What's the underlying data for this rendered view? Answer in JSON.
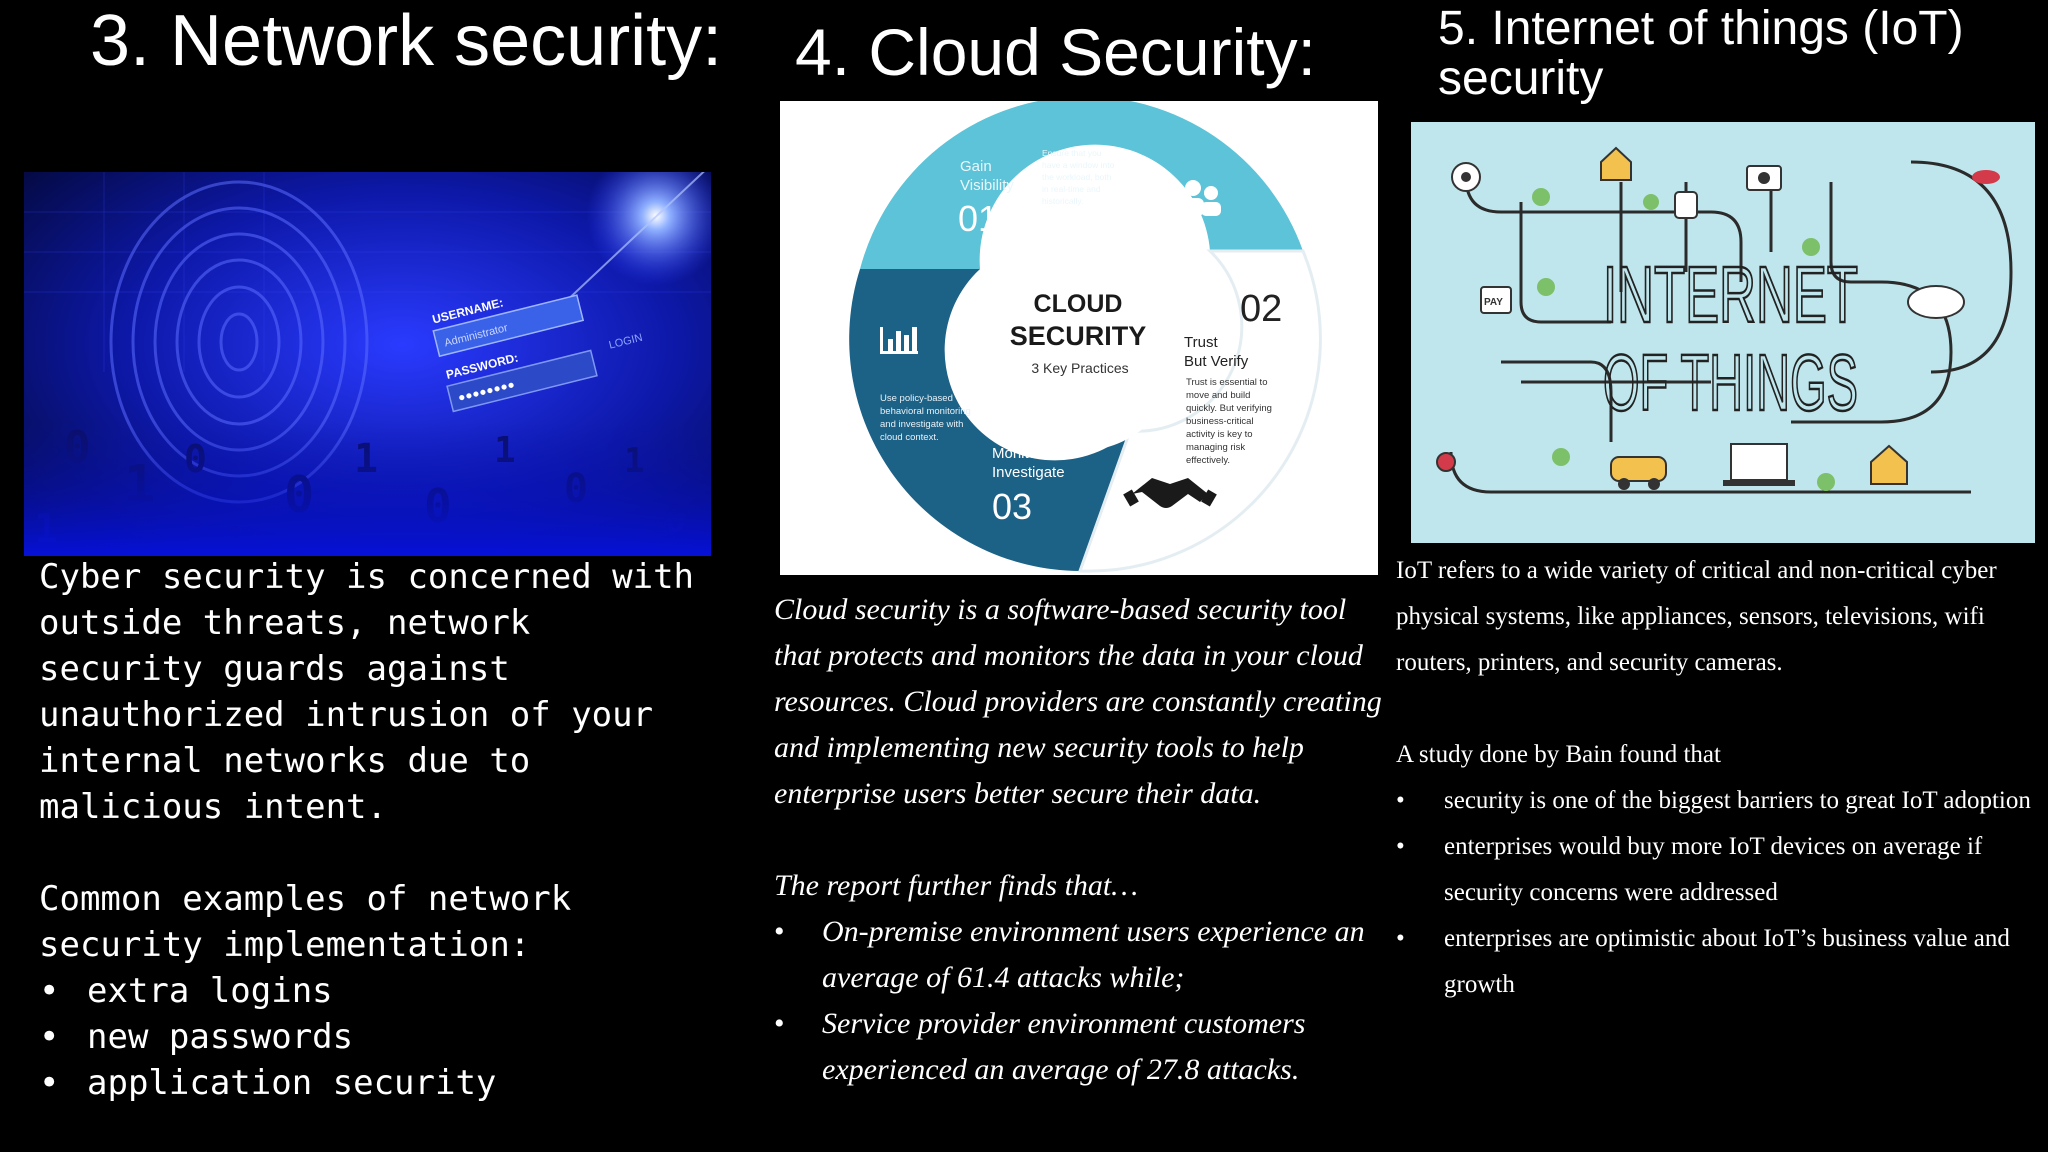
{
  "network": {
    "title": "3. Network security:",
    "image": {
      "username_label": "USERNAME:",
      "username_value": "Administrator",
      "password_label": "PASSWORD:",
      "password_value": "●●●●●●●●",
      "login": "LOGIN"
    },
    "paragraph": "Cyber security is concerned with outside threats, network security guards against unauthorized intrusion of your internal networks due to malicious intent.",
    "list_intro": "Common examples of network security implementation:",
    "items": [
      "extra logins",
      "new passwords",
      "application security"
    ]
  },
  "cloud": {
    "title": "4. Cloud Security:",
    "diagram": {
      "center_title_1": "CLOUD",
      "center_title_2": "SECURITY",
      "center_sub": "3 Key Practices",
      "s1_label_1": "Gain",
      "s1_label_2": "Visibility",
      "s1_num": "01",
      "s1_desc_1": "Ensure that you",
      "s1_desc_2": "have a window into",
      "s1_desc_3": "the workload, both",
      "s1_desc_4": "in real-time and",
      "s1_desc_5": "historically.",
      "s2_num": "02",
      "s2_label_1": "Trust",
      "s2_label_2": "But Verify",
      "s2_desc_1": "Trust is essential to",
      "s2_desc_2": "move and build",
      "s2_desc_3": "quickly. But verifying",
      "s2_desc_4": "business-critical",
      "s2_desc_5": "activity is key to",
      "s2_desc_6": "managing risk",
      "s2_desc_7": "effectively.",
      "s3_label_1": "Monitor &",
      "s3_label_2": "Investigate",
      "s3_num": "03",
      "s3_desc_1": "Use policy-based",
      "s3_desc_2": "behavioral monitoring",
      "s3_desc_3": "and investigate with",
      "s3_desc_4": "cloud context."
    },
    "paragraph": "Cloud security is a software-based security tool that protects and monitors the data in your cloud resources. Cloud providers are constantly creating and implementing new security tools to help enterprise users better secure their data.",
    "list_intro": "The report further finds that…",
    "items": [
      "On-premise environment users experience an average of 61.4 attacks while;",
      "Service provider environment customers experienced an average of 27.8 attacks."
    ]
  },
  "iot": {
    "title": "5. Internet of things (IoT) security",
    "image": {
      "line1": "INTERNET",
      "line2": "OF THINGS",
      "pay": "PAY"
    },
    "paragraph": "IoT refers to a wide variety of critical and non-critical cyber physical systems, like appliances, sensors, televisions, wifi routers, printers, and security cameras.",
    "list_intro": "A study done by Bain found that",
    "items": [
      "security is one of the biggest barriers to great IoT adoption",
      "enterprises would buy more IoT devices on average if security concerns were addressed",
      "enterprises are optimistic about IoT’s business value and growth"
    ]
  },
  "colors": {
    "cloud_light": "#5cc3d8",
    "cloud_dark": "#1c6186",
    "cloud_mid": "#2f86ad",
    "iot_bg": "#bfe6ec",
    "net_blue": "#1e2bd8"
  }
}
